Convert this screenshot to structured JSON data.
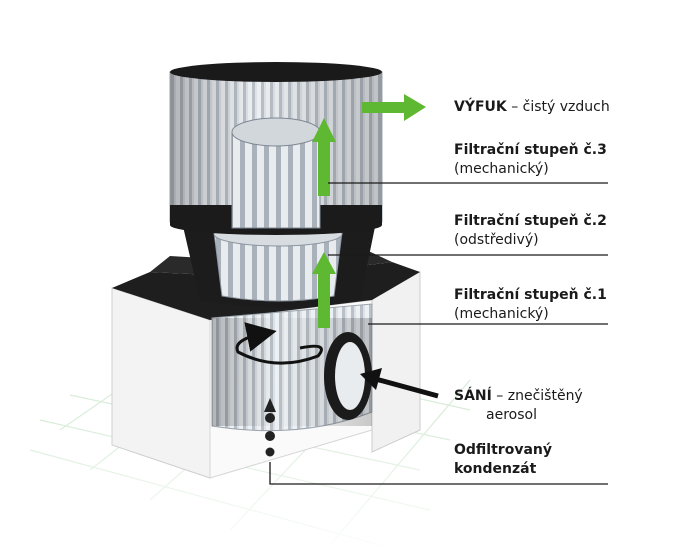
{
  "labels": {
    "exhaust": {
      "title": "VÝFUK",
      "rest": " – čistý vzduch"
    },
    "stage3": {
      "title": "Filtrační stupeň č.3",
      "sub": "(mechanický)"
    },
    "stage2": {
      "title": "Filtrační stupeň č.2",
      "sub": "(odstředivý)"
    },
    "stage1": {
      "title": "Filtrační stupeň č.1",
      "sub": "(mechanický)"
    },
    "intake": {
      "title": "SÁNÍ",
      "rest": " – znečištěný",
      "sub": "aerosol"
    },
    "condensate": {
      "line1": "Odfiltrovaný",
      "line2": "kondenzát"
    }
  },
  "colors": {
    "arrow_green": "#5fb832",
    "arrow_black": "#111111",
    "housing": "#f4f4f4",
    "filter_pleat": "#c9cfd6",
    "cap": "#1b1b1b"
  }
}
